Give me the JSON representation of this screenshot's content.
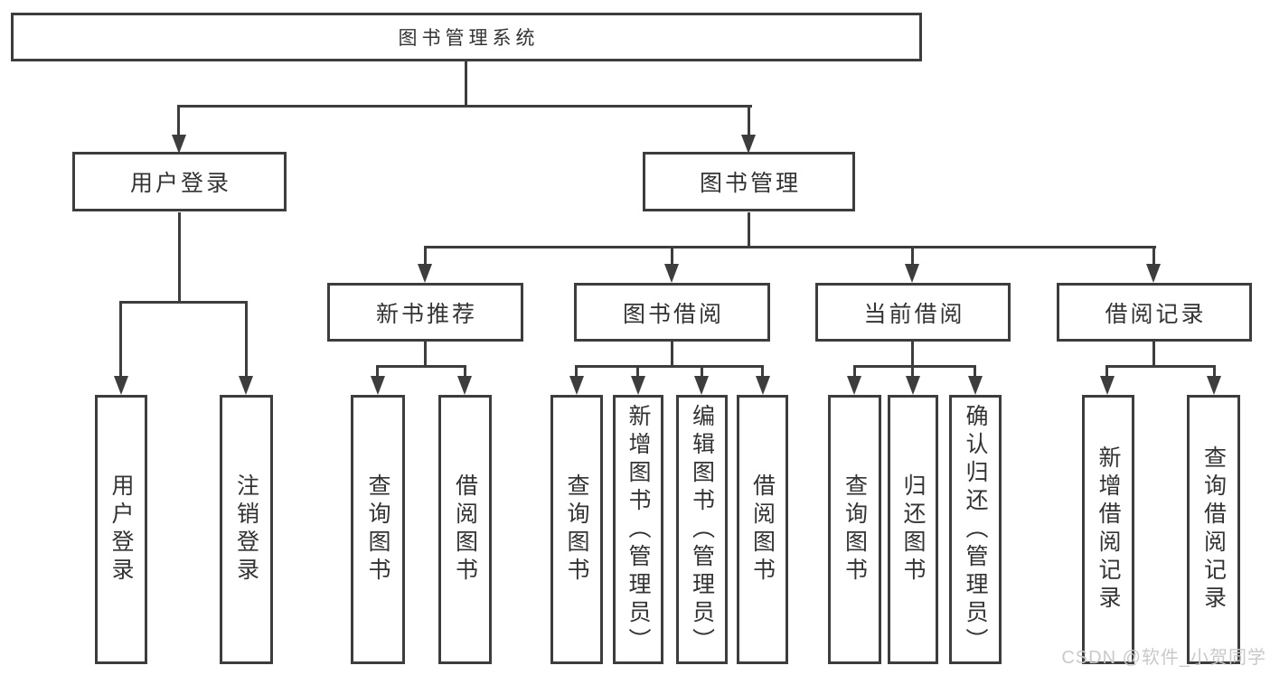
{
  "colors": {
    "line": "#3d3d3d",
    "text": "#333333",
    "watermark_color": "#c9c9c9"
  },
  "watermark": "CSDN @软件_小贺同学",
  "diagram": {
    "root": "图书管理系统",
    "branches": [
      {
        "label": "用户登录",
        "children": [
          "用户登录",
          "注销登录"
        ]
      },
      {
        "label": "图书管理",
        "groups": [
          {
            "label": "新书推荐",
            "children": [
              "查询图书",
              "借阅图书"
            ]
          },
          {
            "label": "图书借阅",
            "children": [
              "查询图书",
              "新增图书（管理员）",
              "编辑图书（管理员）",
              "借阅图书"
            ]
          },
          {
            "label": "当前借阅",
            "children": [
              "查询图书",
              "归还图书",
              "确认归还（管理员）"
            ]
          },
          {
            "label": "借阅记录",
            "children": [
              "新增借阅记录",
              "查询借阅记录"
            ]
          }
        ]
      }
    ]
  }
}
